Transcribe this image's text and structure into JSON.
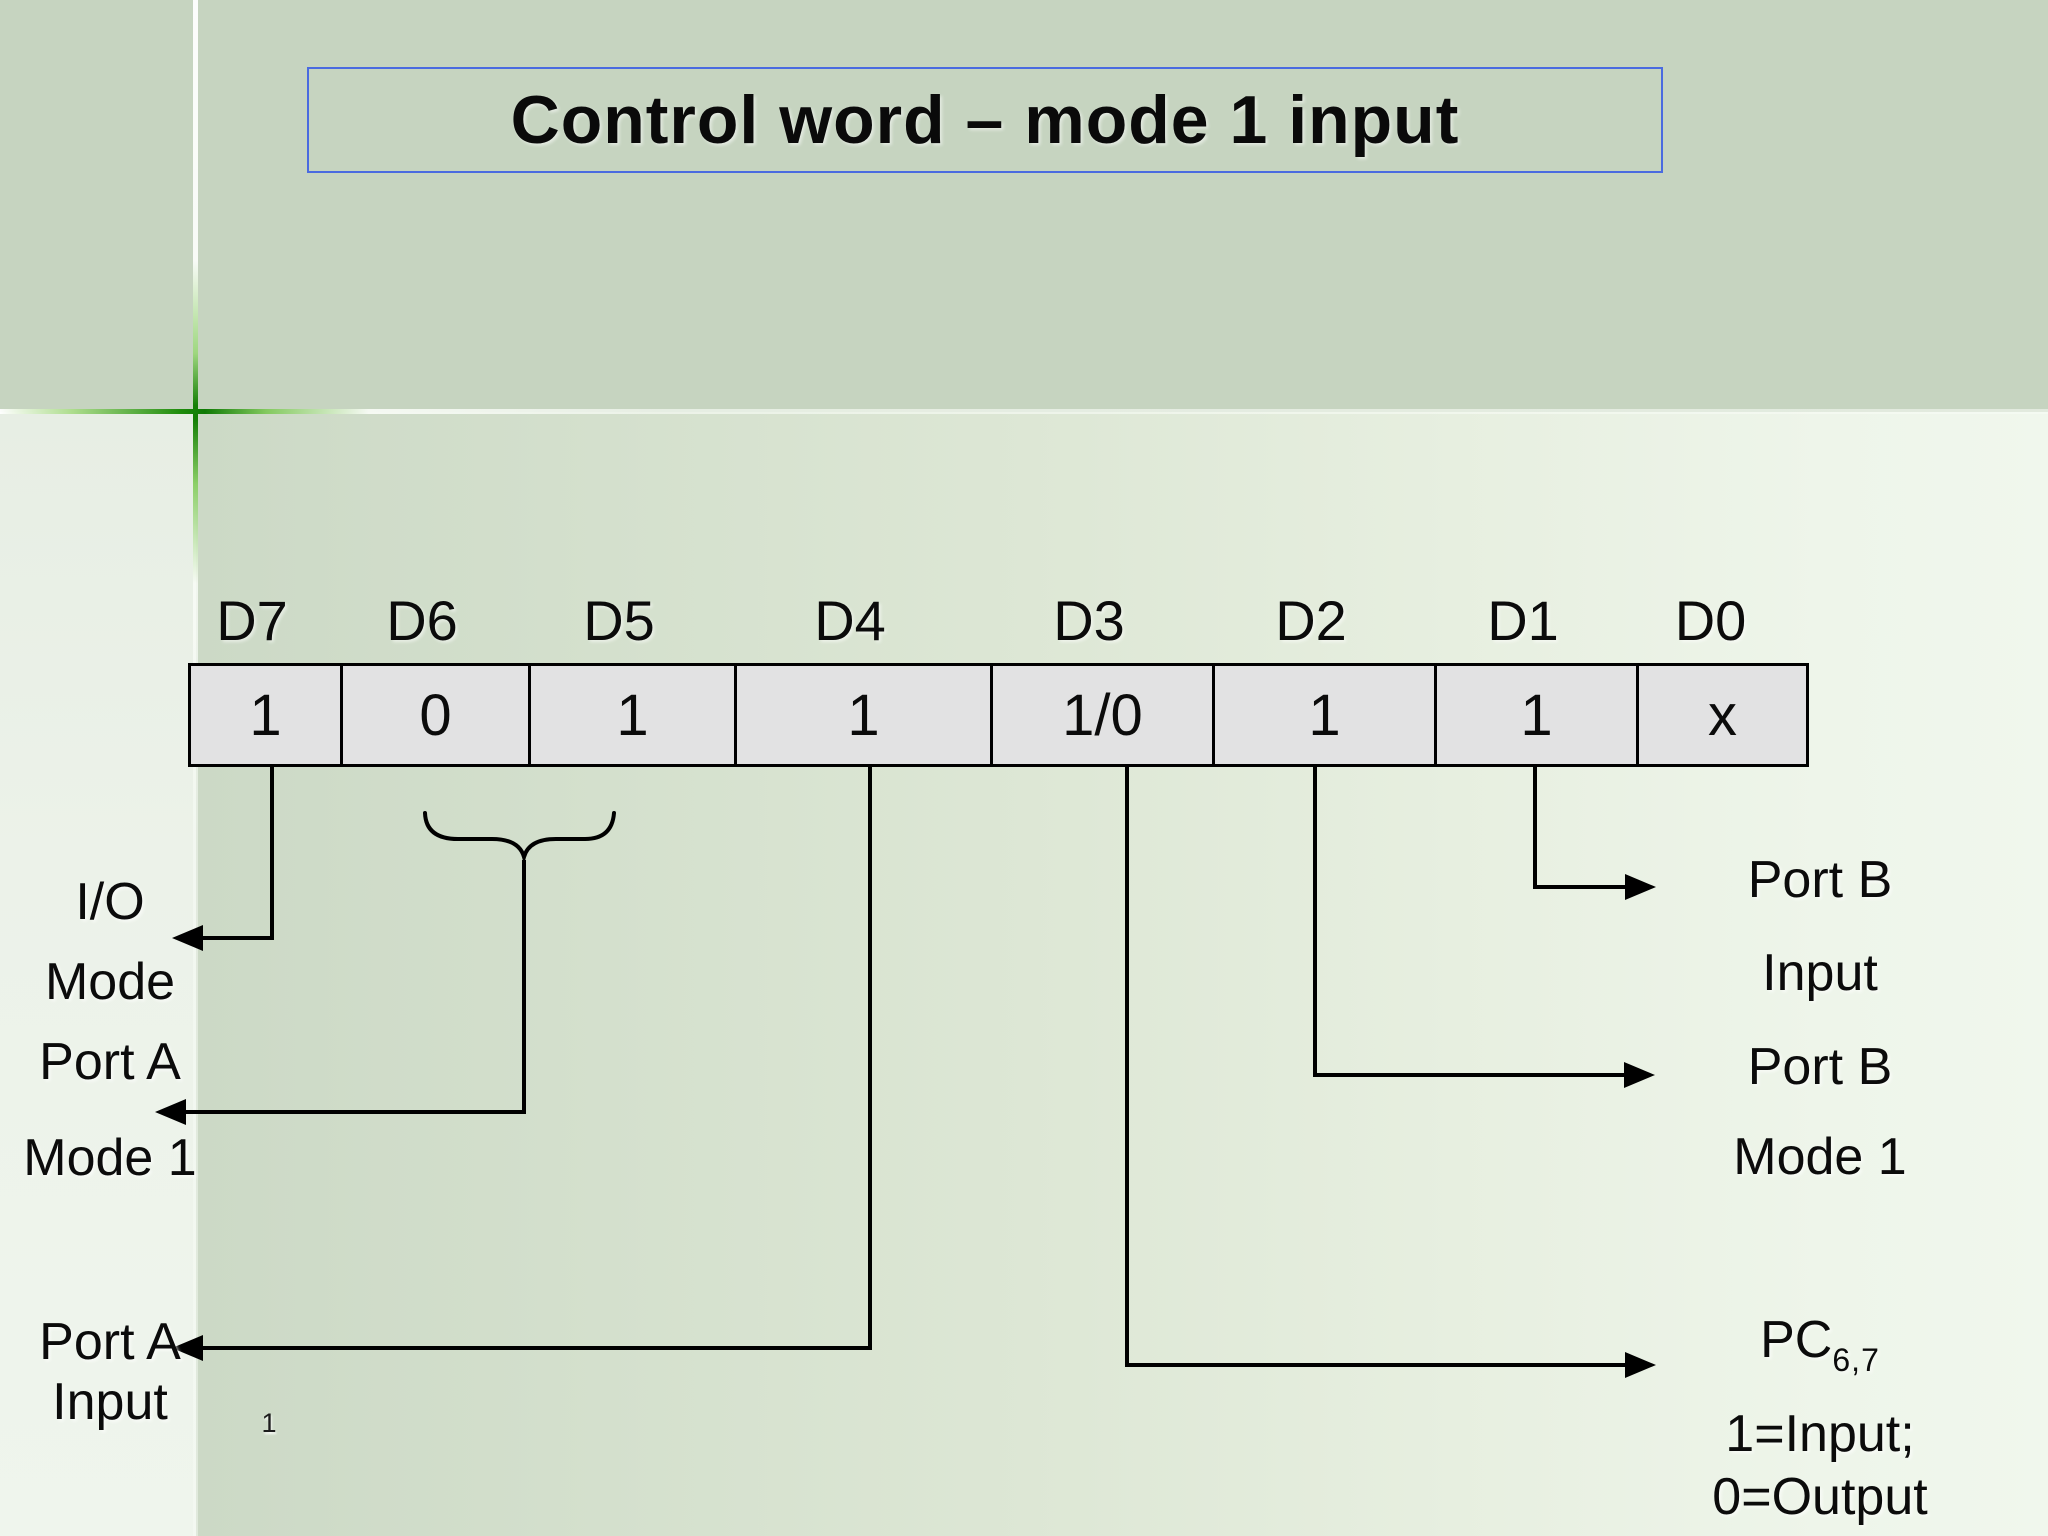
{
  "slide": {
    "title": "Control word – mode 1 input",
    "page_number": "1",
    "colors": {
      "title_border_blue": "#4a6be0",
      "cell_fill_gray": "#e2e2e3",
      "line_black": "#000000",
      "background_sage_green": "#c6d4c0",
      "background_light_green": "#eef5ea",
      "cross_accent_green": "#157f06"
    }
  },
  "bits": {
    "cells": [
      {
        "label": "D7",
        "value": "1"
      },
      {
        "label": "D6",
        "value": "0"
      },
      {
        "label": "D5",
        "value": "1"
      },
      {
        "label": "D4",
        "value": "1"
      },
      {
        "label": "D3",
        "value": "1/0"
      },
      {
        "label": "D2",
        "value": "1"
      },
      {
        "label": "D1",
        "value": "1"
      },
      {
        "label": "D0",
        "value": "x"
      }
    ]
  },
  "annotations": {
    "io_mode": {
      "line1": "I/O",
      "line2": "Mode"
    },
    "port_a_mode": {
      "line1": "Port A",
      "line2": "Mode 1"
    },
    "port_a_input": {
      "line1": "Port A",
      "line2": "Input"
    },
    "port_b_input": {
      "line1": "Port B",
      "line2": "Input"
    },
    "port_b_mode": {
      "line1": "Port B",
      "line2": "Mode 1"
    },
    "pc67": {
      "base": "PC",
      "subscript": "6,7"
    },
    "legend": {
      "line1": "1=Input;",
      "line2": "0=Output"
    }
  }
}
